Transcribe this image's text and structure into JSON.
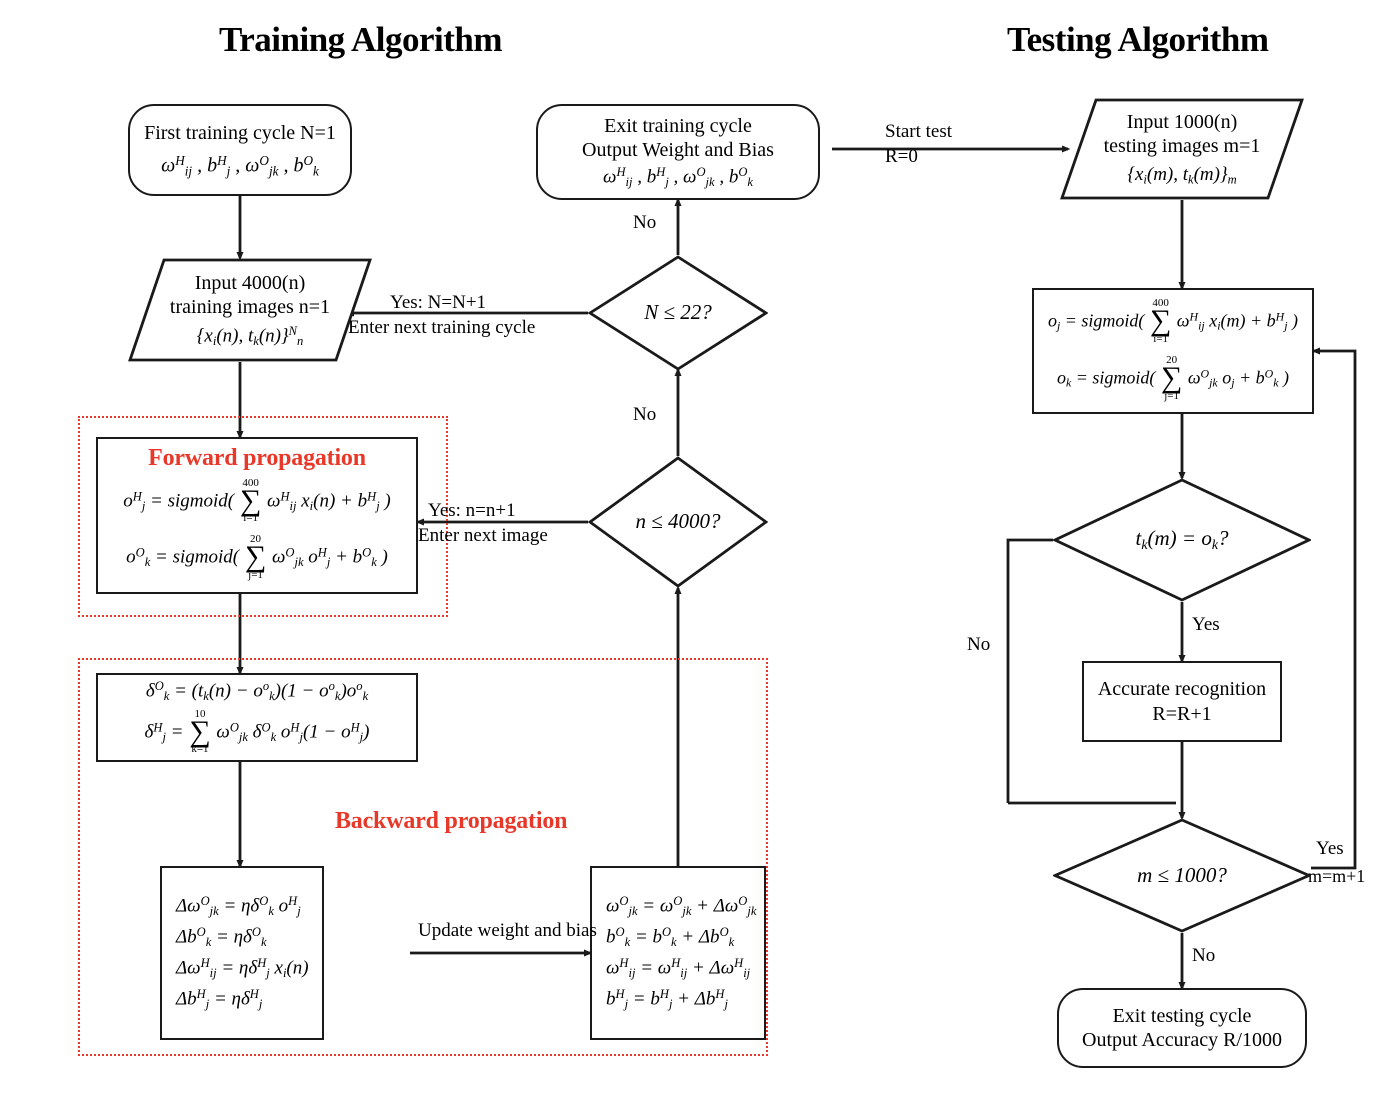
{
  "titles": {
    "training": "Training Algorithm",
    "testing": "Testing Algorithm"
  },
  "colors": {
    "accent_red": "#e8382a",
    "stroke": "#1a1a1a",
    "background": "#ffffff"
  },
  "training": {
    "start": {
      "line1": "First training cycle N=1",
      "line2_math": "ω<sup>H</sup><sub>ij</sub> , b<sup>H</sup><sub>j</sub> , ω<sup>O</sup><sub>jk</sub> , b<sup>O</sup><sub>k</sub>"
    },
    "input": {
      "line1": "Input 4000(n)",
      "line2": "training images n=1",
      "line3_math": "{x<sub>i</sub>(n), t<sub>k</sub>(n)}<sup>N</sup><sub>n</sub>"
    },
    "forward": {
      "header": "Forward propagation",
      "eq1": "o<sup>H</sup><sub>j</sub> = sigmoid( Σ<sup>400</sup><sub>i=1</sub> ω<sup>H</sup><sub>ij</sub> x<sub>i</sub>(n) + b<sup>H</sup><sub>j</sub> )",
      "eq2": "o<sup>O</sup><sub>k</sub> = sigmoid( Σ<sup>20</sup><sub>j=1</sub> ω<sup>O</sup><sub>jk</sub> o<sup>H</sup><sub>j</sub> + b<sup>O</sup><sub>k</sub> )"
    },
    "delta": {
      "eq1": "δ<sup>O</sup><sub>k</sub> = (t<sub>k</sub>(n) − o<sup>o</sup><sub>k</sub>)(1 − o<sup>o</sup><sub>k</sub>)o<sup>o</sup><sub>k</sub>",
      "eq2": "δ<sup>H</sup><sub>j</sub> = Σ<sup>10</sup><sub>k=1</sub> ω<sup>O</sup><sub>jk</sub> δ<sup>O</sup><sub>k</sub> o<sup>H</sup><sub>j</sub>(1 − o<sup>H</sup><sub>j</sub>)"
    },
    "deltaupdate": {
      "eq1": "Δω<sup>O</sup><sub>jk</sub> = ηδ<sup>O</sup><sub>k</sub> o<sup>H</sup><sub>j</sub>",
      "eq2": "Δb<sup>O</sup><sub>k</sub> = ηδ<sup>O</sup><sub>k</sub>",
      "eq3": "Δω<sup>H</sup><sub>ij</sub> = ηδ<sup>H</sup><sub>j</sub> x<sub>i</sub>(n)",
      "eq4": "Δb<sup>H</sup><sub>j</sub> = ηδ<sup>H</sup><sub>j</sub>"
    },
    "weightupdate": {
      "eq1": "ω<sup>O</sup><sub>jk</sub> = ω<sup>O</sup><sub>jk</sub> + Δω<sup>O</sup><sub>jk</sub>",
      "eq2": "b<sup>O</sup><sub>k</sub> = b<sup>O</sup><sub>k</sub> + Δb<sup>O</sup><sub>k</sub>",
      "eq3": "ω<sup>H</sup><sub>ij</sub> = ω<sup>H</sup><sub>ij</sub> + Δω<sup>H</sup><sub>ij</sub>",
      "eq4": "b<sup>H</sup><sub>j</sub> = b<sup>H</sup><sub>j</sub> + Δb<sup>H</sup><sub>j</sub>"
    },
    "decision_n": "n ≤ 4000?",
    "decision_N": "N ≤ 22?",
    "exit": {
      "line1": "Exit training cycle",
      "line2": "Output Weight and Bias",
      "line3_math": "ω<sup>H</sup><sub>ij</sub> , b<sup>H</sup><sub>j</sub> , ω<sup>O</sup><sub>jk</sub> , b<sup>O</sup><sub>k</sub>"
    },
    "group_labels": {
      "forward": "Forward propagation",
      "backward": "Backward propagation"
    },
    "edges": {
      "yes_n": "Yes: n=n+1",
      "yes_n_sub": "Enter next image",
      "yes_N": "Yes: N=N+1",
      "yes_N_sub": "Enter next training cycle",
      "no_upper": "No",
      "no_lower": "No",
      "update": "Update weight and bias"
    }
  },
  "bridge": {
    "label_top": "Start test",
    "label_bottom": "R=0"
  },
  "testing": {
    "input": {
      "line1": "Input 1000(n)",
      "line2": "testing images m=1",
      "line3_math": "{x<sub>i</sub>(m), t<sub>k</sub>(m)}<sub>m</sub>"
    },
    "forward": {
      "eq1": "o<sub>j</sub> = sigmoid( Σ<sup>400</sup><sub>i=1</sub> ω<sup>H</sup><sub>ij</sub> x<sub>i</sub>(m) + b<sup>H</sup><sub>j</sub> )",
      "eq2": "o<sub>k</sub> = sigmoid( Σ<sup>20</sup><sub>j=1</sub> ω<sup>O</sup><sub>jk</sub> o<sub>j</sub> + b<sup>O</sup><sub>k</sub> )"
    },
    "decision_match": "t<sub>k</sub>(m) = o<sub>k</sub>?",
    "decision_m": "m ≤ 1000?",
    "accurate": {
      "line1": "Accurate recognition",
      "line2": "R=R+1"
    },
    "exit": {
      "line1": "Exit testing cycle",
      "line2": "Output Accuracy R/1000"
    },
    "edges": {
      "yes_match": "Yes",
      "no_match": "No",
      "yes_m": "Yes",
      "yes_m_sub": "m=m+1",
      "no_m": "No"
    }
  }
}
